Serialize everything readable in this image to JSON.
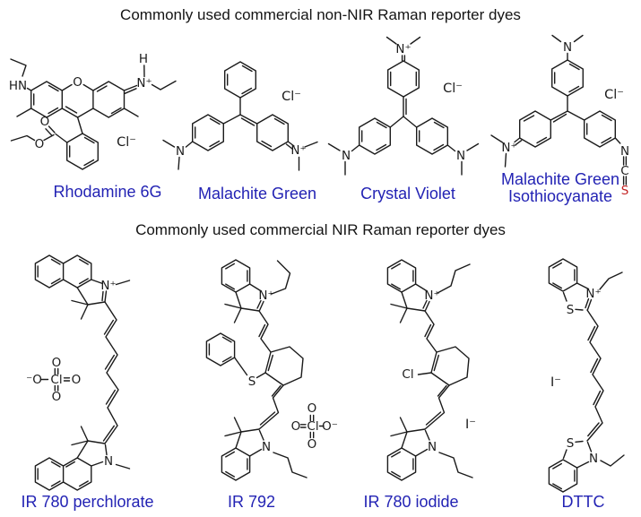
{
  "titles": {
    "non_nir": "Commonly used commercial non-NIR Raman reporter dyes",
    "nir": "Commonly used commercial NIR Raman reporter dyes"
  },
  "colors": {
    "background": "#ffffff",
    "bond": "#1b1b1b",
    "label_blue": "#2323b4",
    "sulfur_red": "#c32222"
  },
  "molecules": {
    "rhodamine_6g": {
      "label": "Rhodamine 6G",
      "atoms": {
        "hn": "HN",
        "h": "H",
        "n_plus": "N⁺",
        "o_xanthene": "O",
        "o_carbonyl": "O",
        "o_ester": "O",
        "counterion": "Cl⁻"
      }
    },
    "malachite_green": {
      "label": "Malachite Green",
      "atoms": {
        "n": "N",
        "n_plus": "N⁺",
        "counterion": "Cl⁻"
      }
    },
    "crystal_violet": {
      "label": "Crystal Violet",
      "atoms": {
        "n_plus": "N⁺",
        "n_left": "N",
        "n_right": "N",
        "counterion": "Cl⁻"
      }
    },
    "mgitc": {
      "label_line1": "Malachite Green",
      "label_line2": "Isothiocyanate",
      "atoms": {
        "n_top": "N",
        "n_plus": "N⁺",
        "n_ncs": "N",
        "c_ncs": "C",
        "s_ncs": "S",
        "counterion": "Cl⁻"
      }
    },
    "ir780_perchlorate": {
      "label": "IR 780 perchlorate",
      "atoms": {
        "n_plus": "N⁺",
        "n": "N",
        "o_top": "O",
        "o_left": "⁻O",
        "cl": "Cl",
        "o_right": "O",
        "o_bottom": "O"
      }
    },
    "ir792": {
      "label": "IR 792",
      "atoms": {
        "n_plus": "N⁺",
        "n": "N",
        "s": "S",
        "o_top": "O",
        "o_left": "O",
        "cl": "Cl",
        "o_right": "O⁻",
        "o_bottom": "O"
      }
    },
    "ir780_iodide": {
      "label": "IR 780 iodide",
      "atoms": {
        "n_plus": "N⁺",
        "n": "N",
        "cl": "Cl",
        "counterion": "I⁻"
      }
    },
    "dttc": {
      "label": "DTTC",
      "atoms": {
        "n_plus": "N⁺",
        "s_top": "S",
        "n": "N",
        "s_bottom": "S",
        "counterion": "I⁻"
      }
    }
  }
}
